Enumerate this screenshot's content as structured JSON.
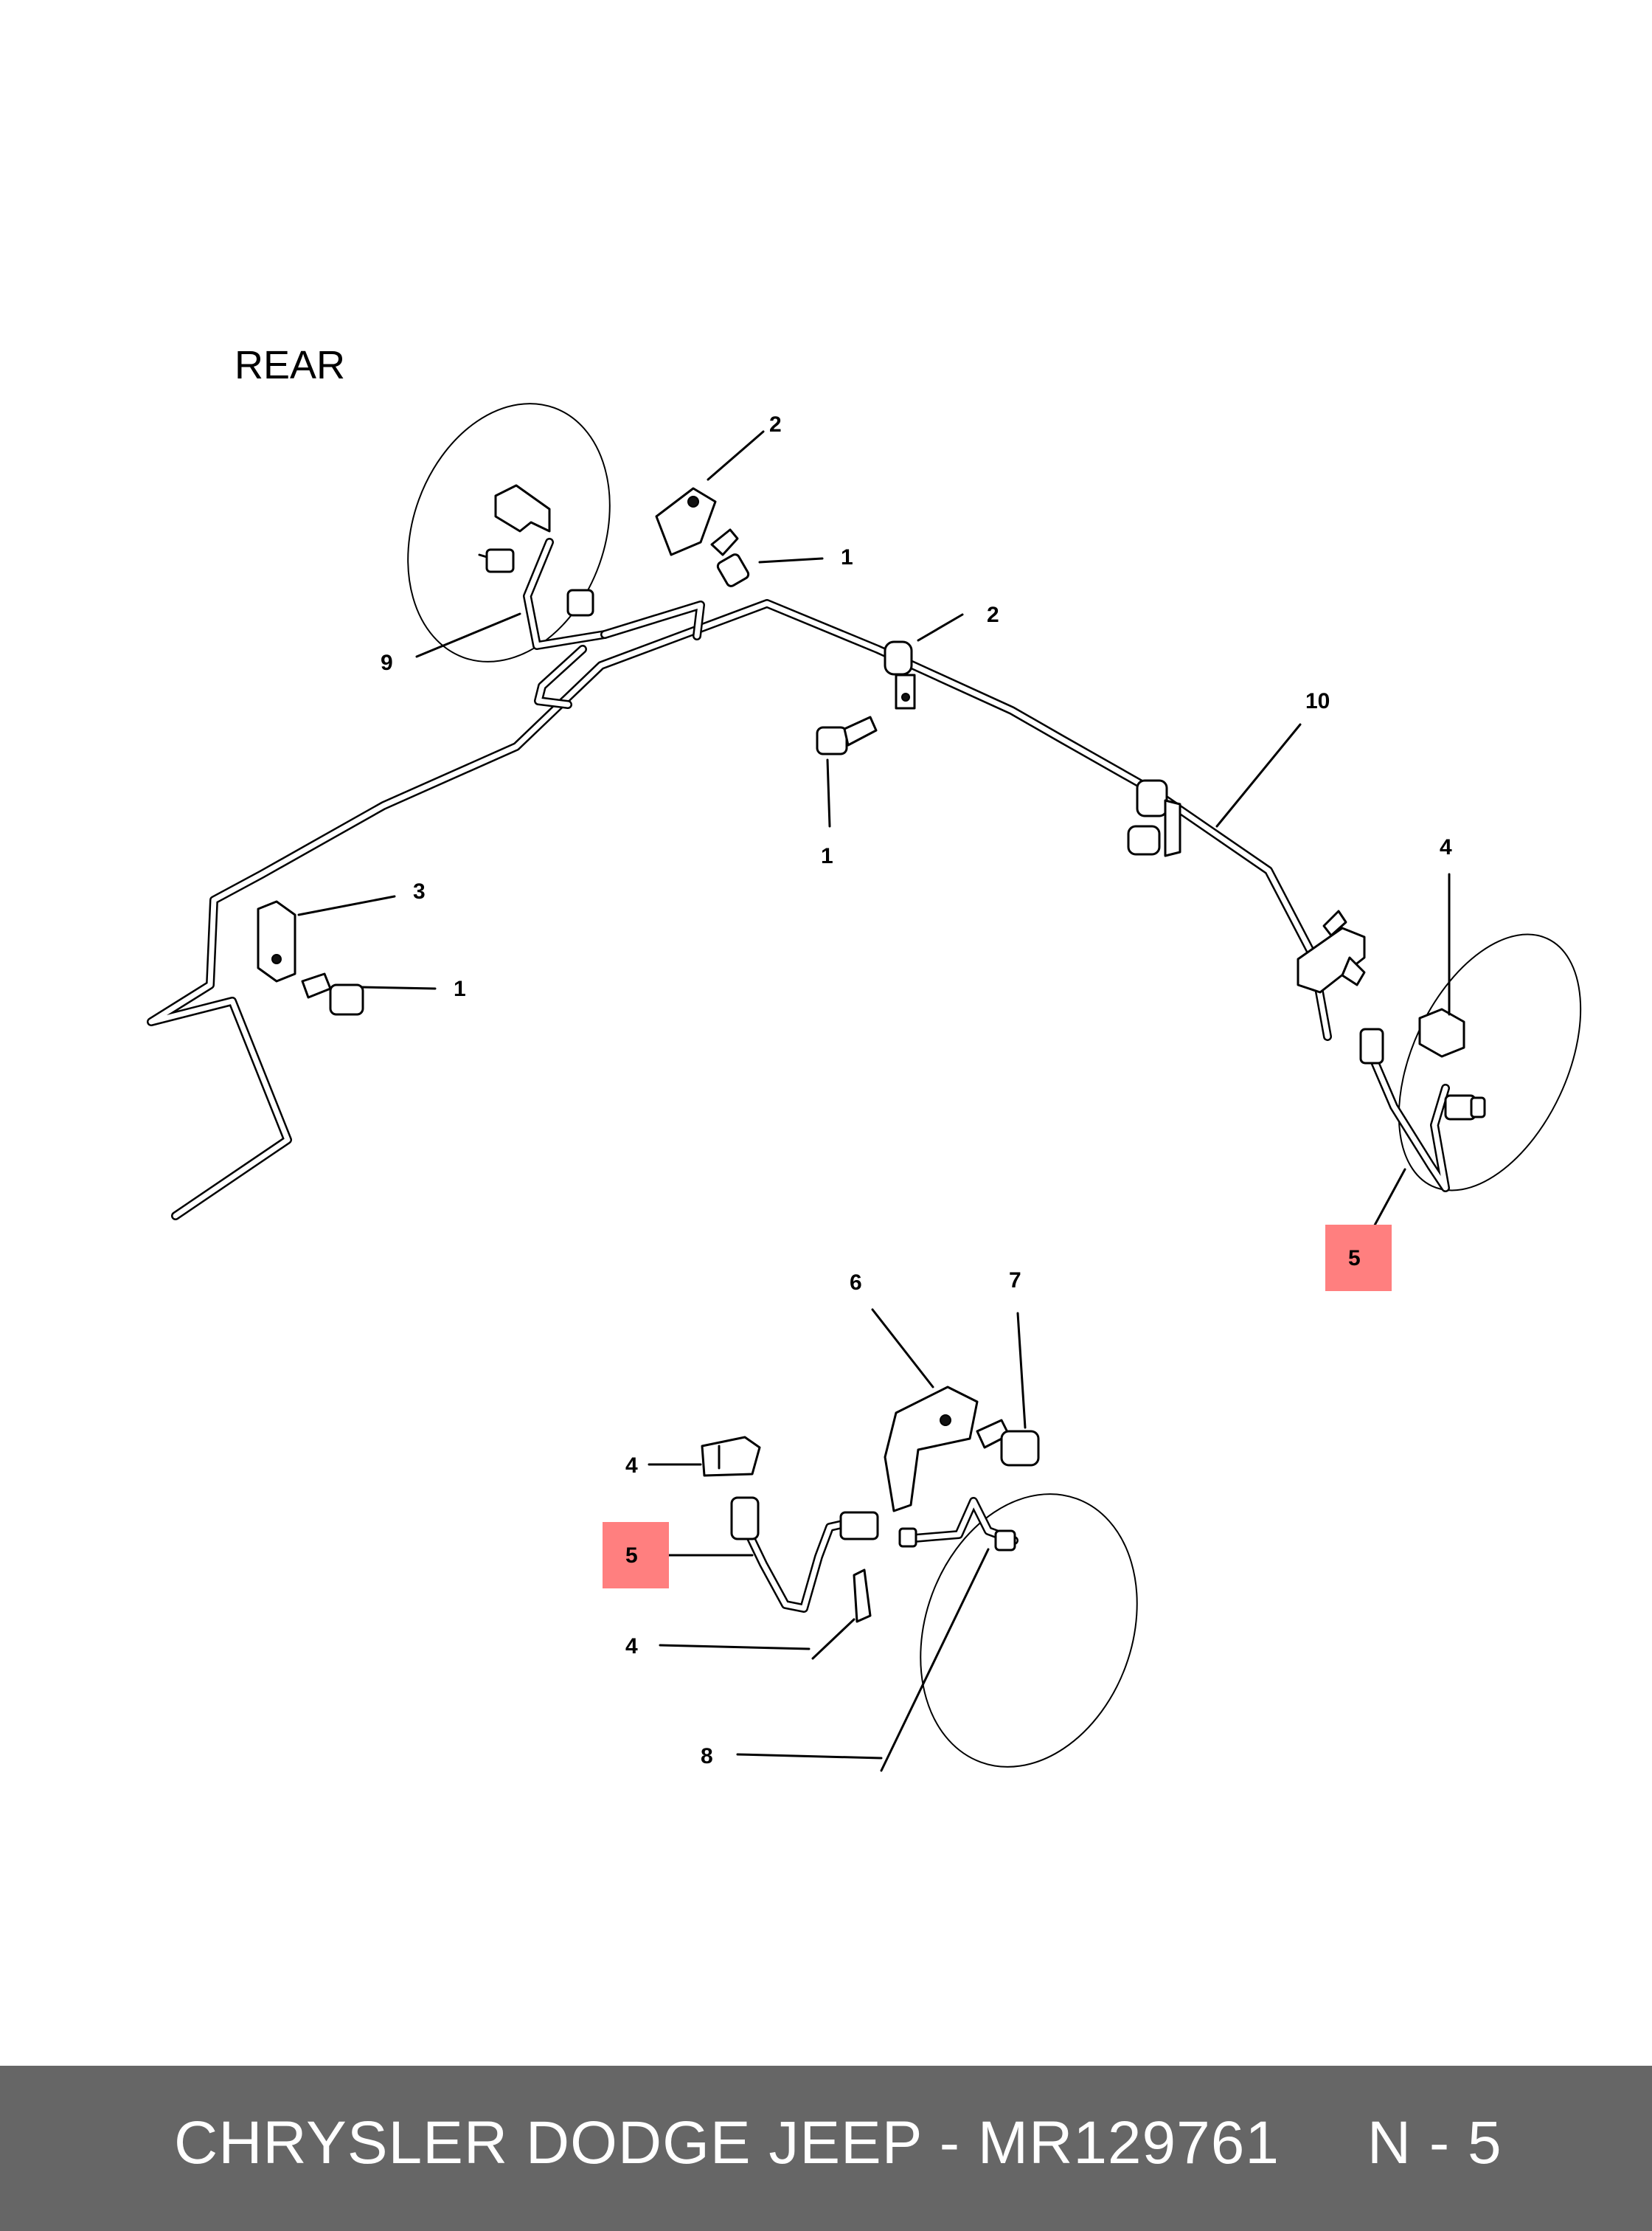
{
  "view_label": "REAR",
  "callouts": [
    {
      "id": "c1a",
      "text": "1"
    },
    {
      "id": "c1b",
      "text": "1"
    },
    {
      "id": "c1c",
      "text": "1"
    },
    {
      "id": "c2a",
      "text": "2"
    },
    {
      "id": "c2b",
      "text": "2"
    },
    {
      "id": "c3",
      "text": "3"
    },
    {
      "id": "c4a",
      "text": "4"
    },
    {
      "id": "c4b",
      "text": "4"
    },
    {
      "id": "c4c",
      "text": "4"
    },
    {
      "id": "c5a",
      "text": "5",
      "highlight": true
    },
    {
      "id": "c5b",
      "text": "5",
      "highlight": true
    },
    {
      "id": "c6",
      "text": "6"
    },
    {
      "id": "c7",
      "text": "7"
    },
    {
      "id": "c8",
      "text": "8"
    },
    {
      "id": "c9",
      "text": "9"
    },
    {
      "id": "c10",
      "text": "10"
    }
  ],
  "highlight_color": "#ff7f7f",
  "footer": {
    "caption": "CHRYSLER DODGE JEEP - MR129761     N - 5",
    "background": "#666666",
    "text_color": "#ffffff"
  }
}
